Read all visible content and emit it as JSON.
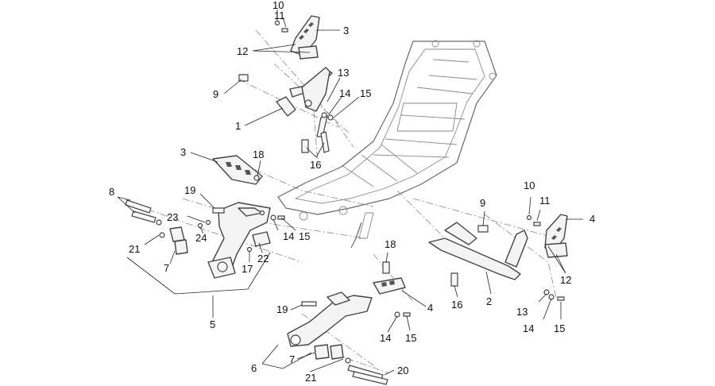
{
  "callouts": [
    {
      "id": "c10a",
      "text": "10"
    },
    {
      "id": "c11a",
      "text": "11"
    },
    {
      "id": "c3a",
      "text": "3"
    },
    {
      "id": "c12a",
      "text": "12"
    },
    {
      "id": "c9a",
      "text": "9"
    },
    {
      "id": "c13a",
      "text": "13"
    },
    {
      "id": "c14a",
      "text": "14"
    },
    {
      "id": "c15a",
      "text": "15"
    },
    {
      "id": "c1",
      "text": "1"
    },
    {
      "id": "c16a",
      "text": "16"
    },
    {
      "id": "c3b",
      "text": "3"
    },
    {
      "id": "c18a",
      "text": "18"
    },
    {
      "id": "c8",
      "text": "8"
    },
    {
      "id": "c19a",
      "text": "19"
    },
    {
      "id": "c23",
      "text": "23"
    },
    {
      "id": "c24",
      "text": "24"
    },
    {
      "id": "c14b",
      "text": "14"
    },
    {
      "id": "c15b",
      "text": "15"
    },
    {
      "id": "c21a",
      "text": "21"
    },
    {
      "id": "c22",
      "text": "22"
    },
    {
      "id": "c7a",
      "text": "7"
    },
    {
      "id": "c17",
      "text": "17"
    },
    {
      "id": "c5",
      "text": "5"
    },
    {
      "id": "c10b",
      "text": "10"
    },
    {
      "id": "c11b",
      "text": "11"
    },
    {
      "id": "c4a",
      "text": "4"
    },
    {
      "id": "c9b",
      "text": "9"
    },
    {
      "id": "c12b",
      "text": "12"
    },
    {
      "id": "c18b",
      "text": "18"
    },
    {
      "id": "c16b",
      "text": "16"
    },
    {
      "id": "c2",
      "text": "2"
    },
    {
      "id": "c13b",
      "text": "13"
    },
    {
      "id": "c14c",
      "text": "14"
    },
    {
      "id": "c15c",
      "text": "15"
    },
    {
      "id": "c19b",
      "text": "19"
    },
    {
      "id": "c4b",
      "text": "4"
    },
    {
      "id": "c14d",
      "text": "14"
    },
    {
      "id": "c15d",
      "text": "15"
    },
    {
      "id": "c6",
      "text": "6"
    },
    {
      "id": "c7b",
      "text": "7"
    },
    {
      "id": "c21b",
      "text": "21"
    },
    {
      "id": "c20",
      "text": "20"
    }
  ]
}
